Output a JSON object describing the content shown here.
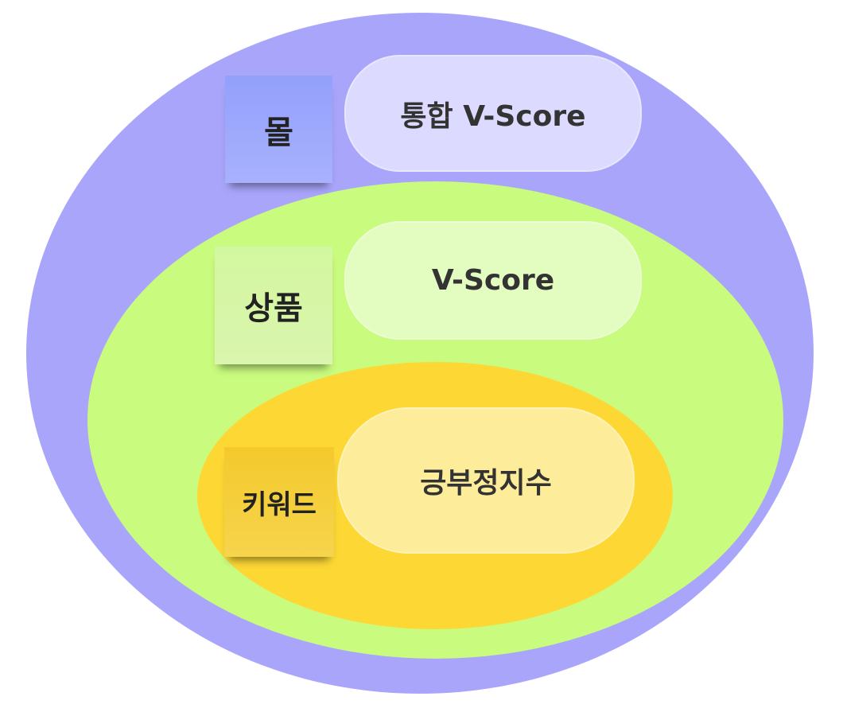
{
  "layers": [
    {
      "id": "mall",
      "label": "몰",
      "score_label": "통합 V-Score",
      "color": "#a9a5fb"
    },
    {
      "id": "product",
      "label": "상품",
      "score_label": "V-Score",
      "color": "#c9fb7f"
    },
    {
      "id": "keyword",
      "label": "키워드",
      "score_label": "긍부정지수",
      "color": "#fdd835"
    }
  ]
}
